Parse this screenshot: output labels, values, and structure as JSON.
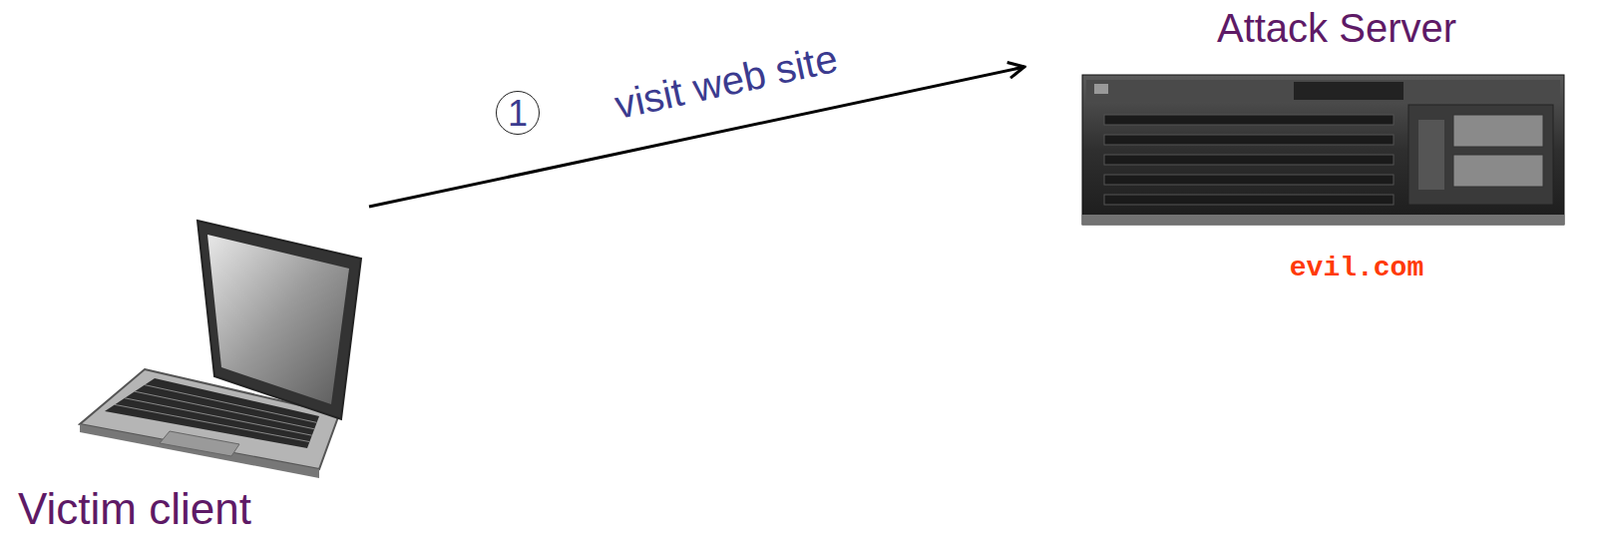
{
  "diagram": {
    "nodes": [
      {
        "text": [
          "Victim client"
        ]
      },
      {
        "text": [
          "Attack Server",
          "evil.com"
        ]
      }
    ],
    "edges": [
      {
        "from": 0,
        "to": 1,
        "label": "visit web site",
        "arrow": "to"
      }
    ],
    "labels": [
      "1"
    ]
  }
}
